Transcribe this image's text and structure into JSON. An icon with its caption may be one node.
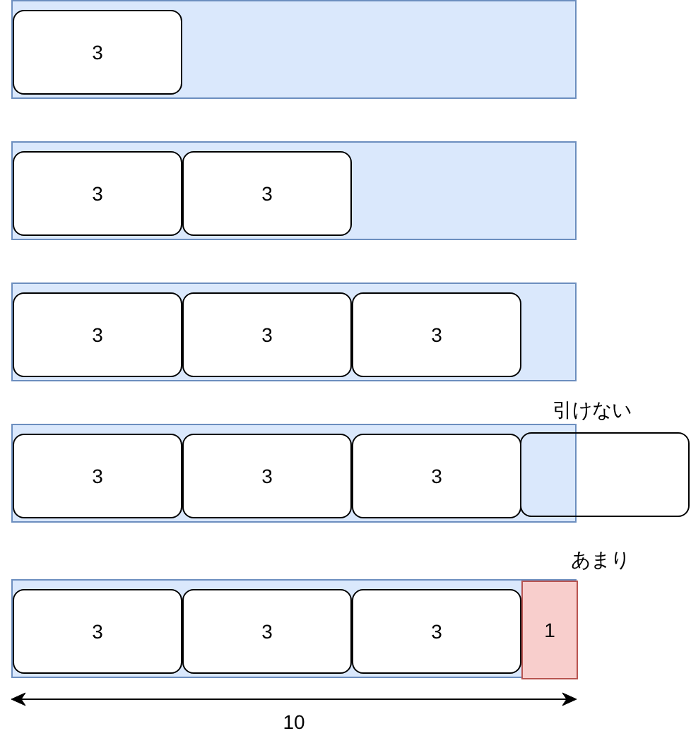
{
  "diagram": {
    "nodes": [
      {
        "text": [],
        "shape": "box"
      },
      {
        "text": [
          "3"
        ],
        "in": 0
      },
      {
        "text": [],
        "shape": "box"
      },
      {
        "text": [
          "3"
        ],
        "in": 2
      },
      {
        "text": [
          "3"
        ],
        "in": 2
      },
      {
        "text": [],
        "shape": "box"
      },
      {
        "text": [
          "3"
        ],
        "in": 5
      },
      {
        "text": [
          "3"
        ],
        "in": 5
      },
      {
        "text": [
          "3"
        ],
        "in": 5
      },
      {
        "text": [],
        "shape": "box"
      },
      {
        "text": [
          "3"
        ],
        "in": 9
      },
      {
        "text": [
          "3"
        ],
        "in": 9
      },
      {
        "text": [
          "3"
        ],
        "in": 9
      },
      {
        "text": [],
        "shape": "box",
        "beside": [
          "引けない"
        ]
      },
      {
        "text": [],
        "shape": "box"
      },
      {
        "text": [
          "3"
        ],
        "in": 14
      },
      {
        "text": [
          "3"
        ],
        "in": 14
      },
      {
        "text": [
          "3"
        ],
        "in": 14
      },
      {
        "text": [
          "1"
        ],
        "in": 14,
        "beside": [
          "あまり"
        ]
      }
    ],
    "labels": [
      "10"
    ]
  }
}
